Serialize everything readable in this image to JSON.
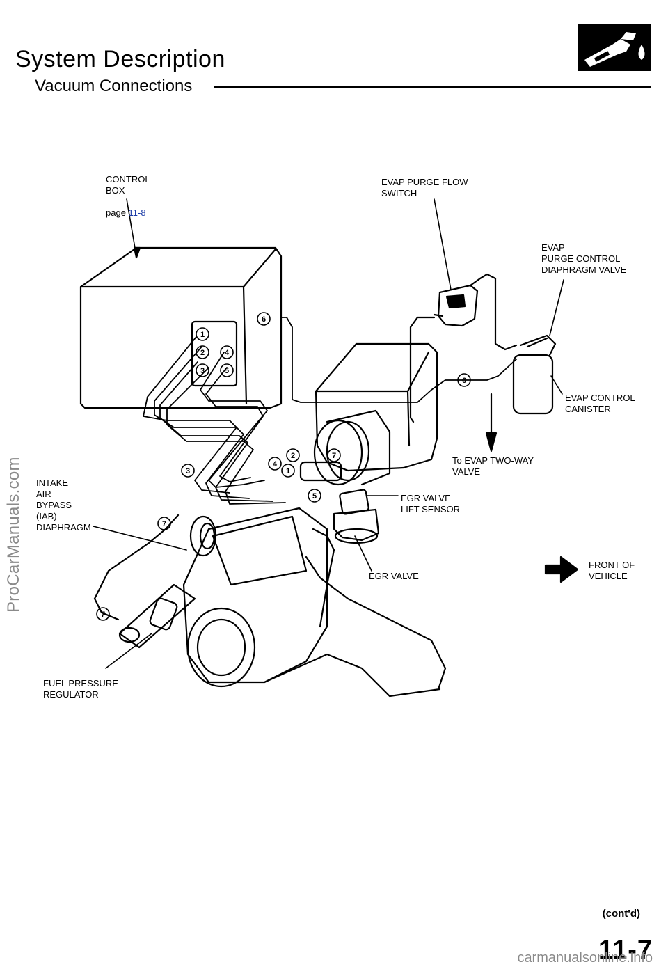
{
  "header": {
    "title": "System Description",
    "subtitle": "Vacuum Connections",
    "badge_icon": "fuel-nozzle-icon"
  },
  "labels": {
    "control_box": "CONTROL\nBOX",
    "control_box_page_prefix": "page ",
    "control_box_page_link": "11-8",
    "evap_purge_flow_switch": "EVAP PURGE FLOW\nSWITCH",
    "evap_purge_control_diaphragm_valve": "EVAP\nPURGE CONTROL\nDIAPHRAGM VALVE",
    "evap_control_canister": "EVAP CONTROL\nCANISTER",
    "to_evap_two_way_valve": "To EVAP TWO-WAY\nVALVE",
    "intake_air_bypass": "INTAKE\nAIR\nBYPASS\n(IAB)\nDIAPHRAGM",
    "egr_valve_lift_sensor": "EGR VALVE\nLIFT SENSOR",
    "egr_valve": "EGR VALVE",
    "front_of_vehicle": "FRONT OF\nVEHICLE",
    "fuel_pressure_regulator": "FUEL PRESSURE\nREGULATOR"
  },
  "hose_numbers": [
    "1",
    "2",
    "3",
    "4",
    "5",
    "6",
    "7"
  ],
  "footer": {
    "contd": "(cont'd)",
    "page_number": "11-7",
    "watermark_left": "ProCarManuals.com",
    "watermark_bottom": "carmanualsonline.info"
  }
}
